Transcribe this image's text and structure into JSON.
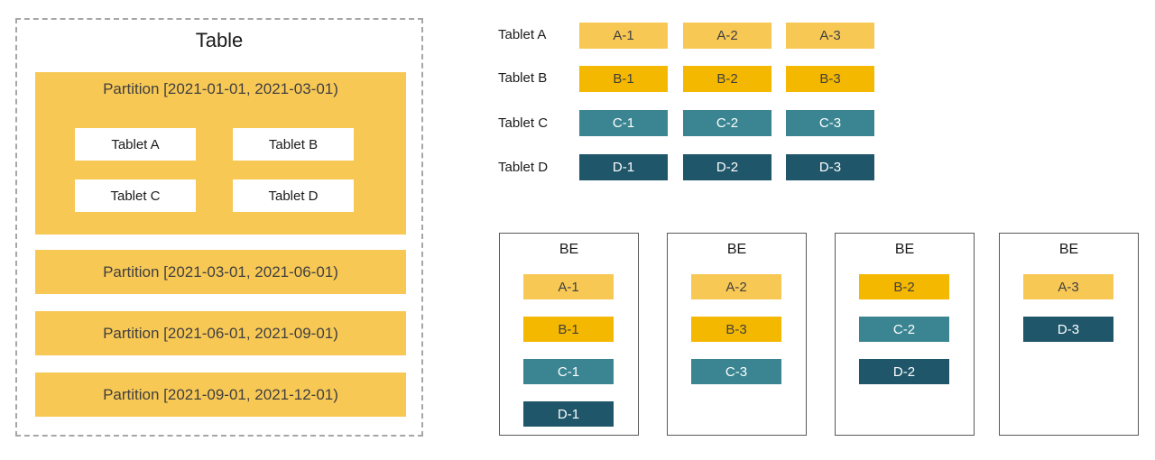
{
  "colors": {
    "light_amber": "#F8C855",
    "gold": "#F5B800",
    "teal": "#3A8591",
    "dark_teal": "#1F5669",
    "text_dark": "#404040",
    "dashed_border": "#A6A6A6",
    "be_border": "#595959"
  },
  "table_panel": {
    "title": "Table",
    "partition1": {
      "label": "Partition [2021-01-01, 2021-03-01)",
      "tablets": [
        "Tablet A",
        "Tablet B",
        "Tablet C",
        "Tablet D"
      ]
    },
    "partitions": [
      "Partition [2021-03-01, 2021-06-01)",
      "Partition [2021-06-01, 2021-09-01)",
      "Partition [2021-09-01, 2021-12-01)"
    ]
  },
  "tablet_rows": [
    {
      "label": "Tablet A",
      "color": "light_amber",
      "replicas": [
        "A-1",
        "A-2",
        "A-3"
      ]
    },
    {
      "label": "Tablet B",
      "color": "gold",
      "replicas": [
        "B-1",
        "B-2",
        "B-3"
      ]
    },
    {
      "label": "Tablet C",
      "color": "teal",
      "replicas": [
        "C-1",
        "C-2",
        "C-3"
      ]
    },
    {
      "label": "Tablet D",
      "color": "dark_teal",
      "replicas": [
        "D-1",
        "D-2",
        "D-3"
      ]
    }
  ],
  "backends": [
    {
      "label": "BE",
      "chips": [
        {
          "text": "A-1",
          "color": "light_amber"
        },
        {
          "text": "B-1",
          "color": "gold"
        },
        {
          "text": "C-1",
          "color": "teal"
        },
        {
          "text": "D-1",
          "color": "dark_teal"
        }
      ]
    },
    {
      "label": "BE",
      "chips": [
        {
          "text": "A-2",
          "color": "light_amber"
        },
        {
          "text": "B-3",
          "color": "gold"
        },
        {
          "text": "C-3",
          "color": "teal"
        }
      ]
    },
    {
      "label": "BE",
      "chips": [
        {
          "text": "B-2",
          "color": "gold"
        },
        {
          "text": "C-2",
          "color": "teal"
        },
        {
          "text": "D-2",
          "color": "dark_teal"
        }
      ]
    },
    {
      "label": "BE",
      "chips": [
        {
          "text": "A-3",
          "color": "light_amber"
        },
        {
          "text": "D-3",
          "color": "dark_teal"
        }
      ]
    }
  ]
}
